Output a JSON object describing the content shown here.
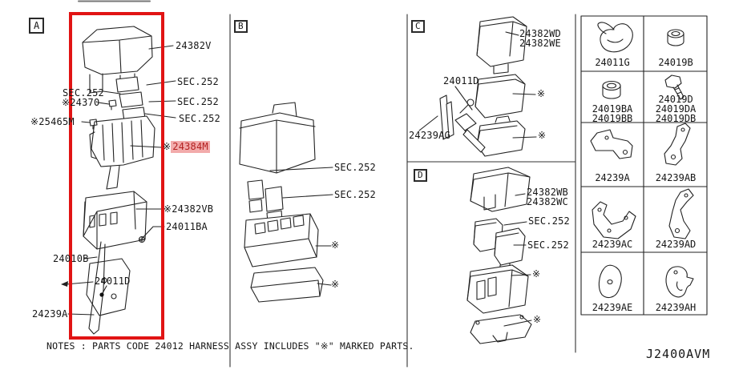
{
  "colors": {
    "line": "#222222",
    "highlight_frame_red": "#e11414",
    "highlight_label_bg": "#f2abab",
    "highlight_label_text": "#b32020"
  },
  "marks": {
    "reference": "※"
  },
  "sections": {
    "a": {
      "tag": "A",
      "labels": {
        "p24382v": "24382V",
        "sec252": "SEC.252",
        "p24370": "※24370",
        "p25465m": "※25465M",
        "p24384m": {
          "mark": "※",
          "number": "24384M"
        },
        "p24382vb": "※24382VB",
        "p24011ba": "24011BA",
        "p24010b": "24010B",
        "p24011d": "24011D",
        "p24239a": "24239A"
      }
    },
    "b": {
      "tag": "B",
      "labels": {
        "sec252": "SEC.252",
        "ast": "※"
      }
    },
    "c": {
      "tag": "C",
      "labels": {
        "p24382wd": "24382WD",
        "p24382we": "24382WE",
        "p24011d": "24011D",
        "p24239ag": "24239AG",
        "ast": "※"
      }
    },
    "d": {
      "tag": "D",
      "labels": {
        "p24382wb": "24382WB",
        "p24382wc": "24382WC",
        "sec252": "SEC.252",
        "ast": "※"
      }
    }
  },
  "table": {
    "rows": [
      {
        "cells": [
          {
            "lines": [
              "24011G"
            ]
          },
          {
            "lines": [
              "24019B"
            ]
          }
        ]
      },
      {
        "cells": [
          {
            "lines": [
              "24019BA",
              "24019BB"
            ]
          },
          {
            "lines": [
              "24019D",
              "24019DA",
              "24019DB"
            ]
          }
        ]
      },
      {
        "cells": [
          {
            "lines": [
              "24239A"
            ]
          },
          {
            "lines": [
              "24239AB"
            ]
          }
        ]
      },
      {
        "cells": [
          {
            "lines": [
              "24239AC"
            ]
          },
          {
            "lines": [
              "24239AD"
            ]
          }
        ]
      },
      {
        "cells": [
          {
            "lines": [
              "24239AE"
            ]
          },
          {
            "lines": [
              "24239AH"
            ]
          }
        ]
      }
    ]
  },
  "notes": "NOTES : PARTS CODE 24012 HARNESS ASSY INCLUDES \"※\" MARKED PARTS.",
  "diagram_code": "J2400AVM"
}
